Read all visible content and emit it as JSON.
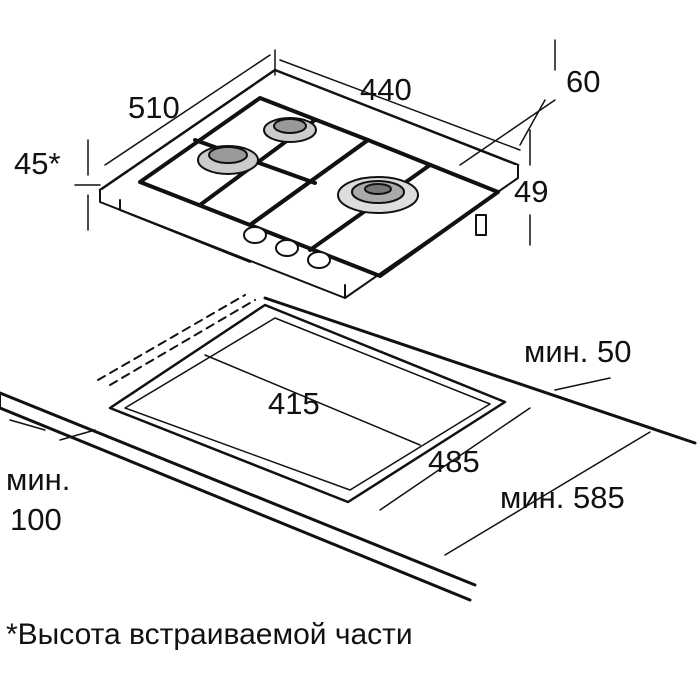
{
  "dimensions": {
    "width_510": "510",
    "depth_440": "440",
    "offset_60": "60",
    "height_45": "45*",
    "height_49": "49",
    "min_50": "мин. 50",
    "cutout_415": "415",
    "cutout_485": "485",
    "min_585": "мин. 585",
    "min_100_line1": "мин.",
    "min_100_line2": "100"
  },
  "caption": "*Высота встраиваемой части"
}
